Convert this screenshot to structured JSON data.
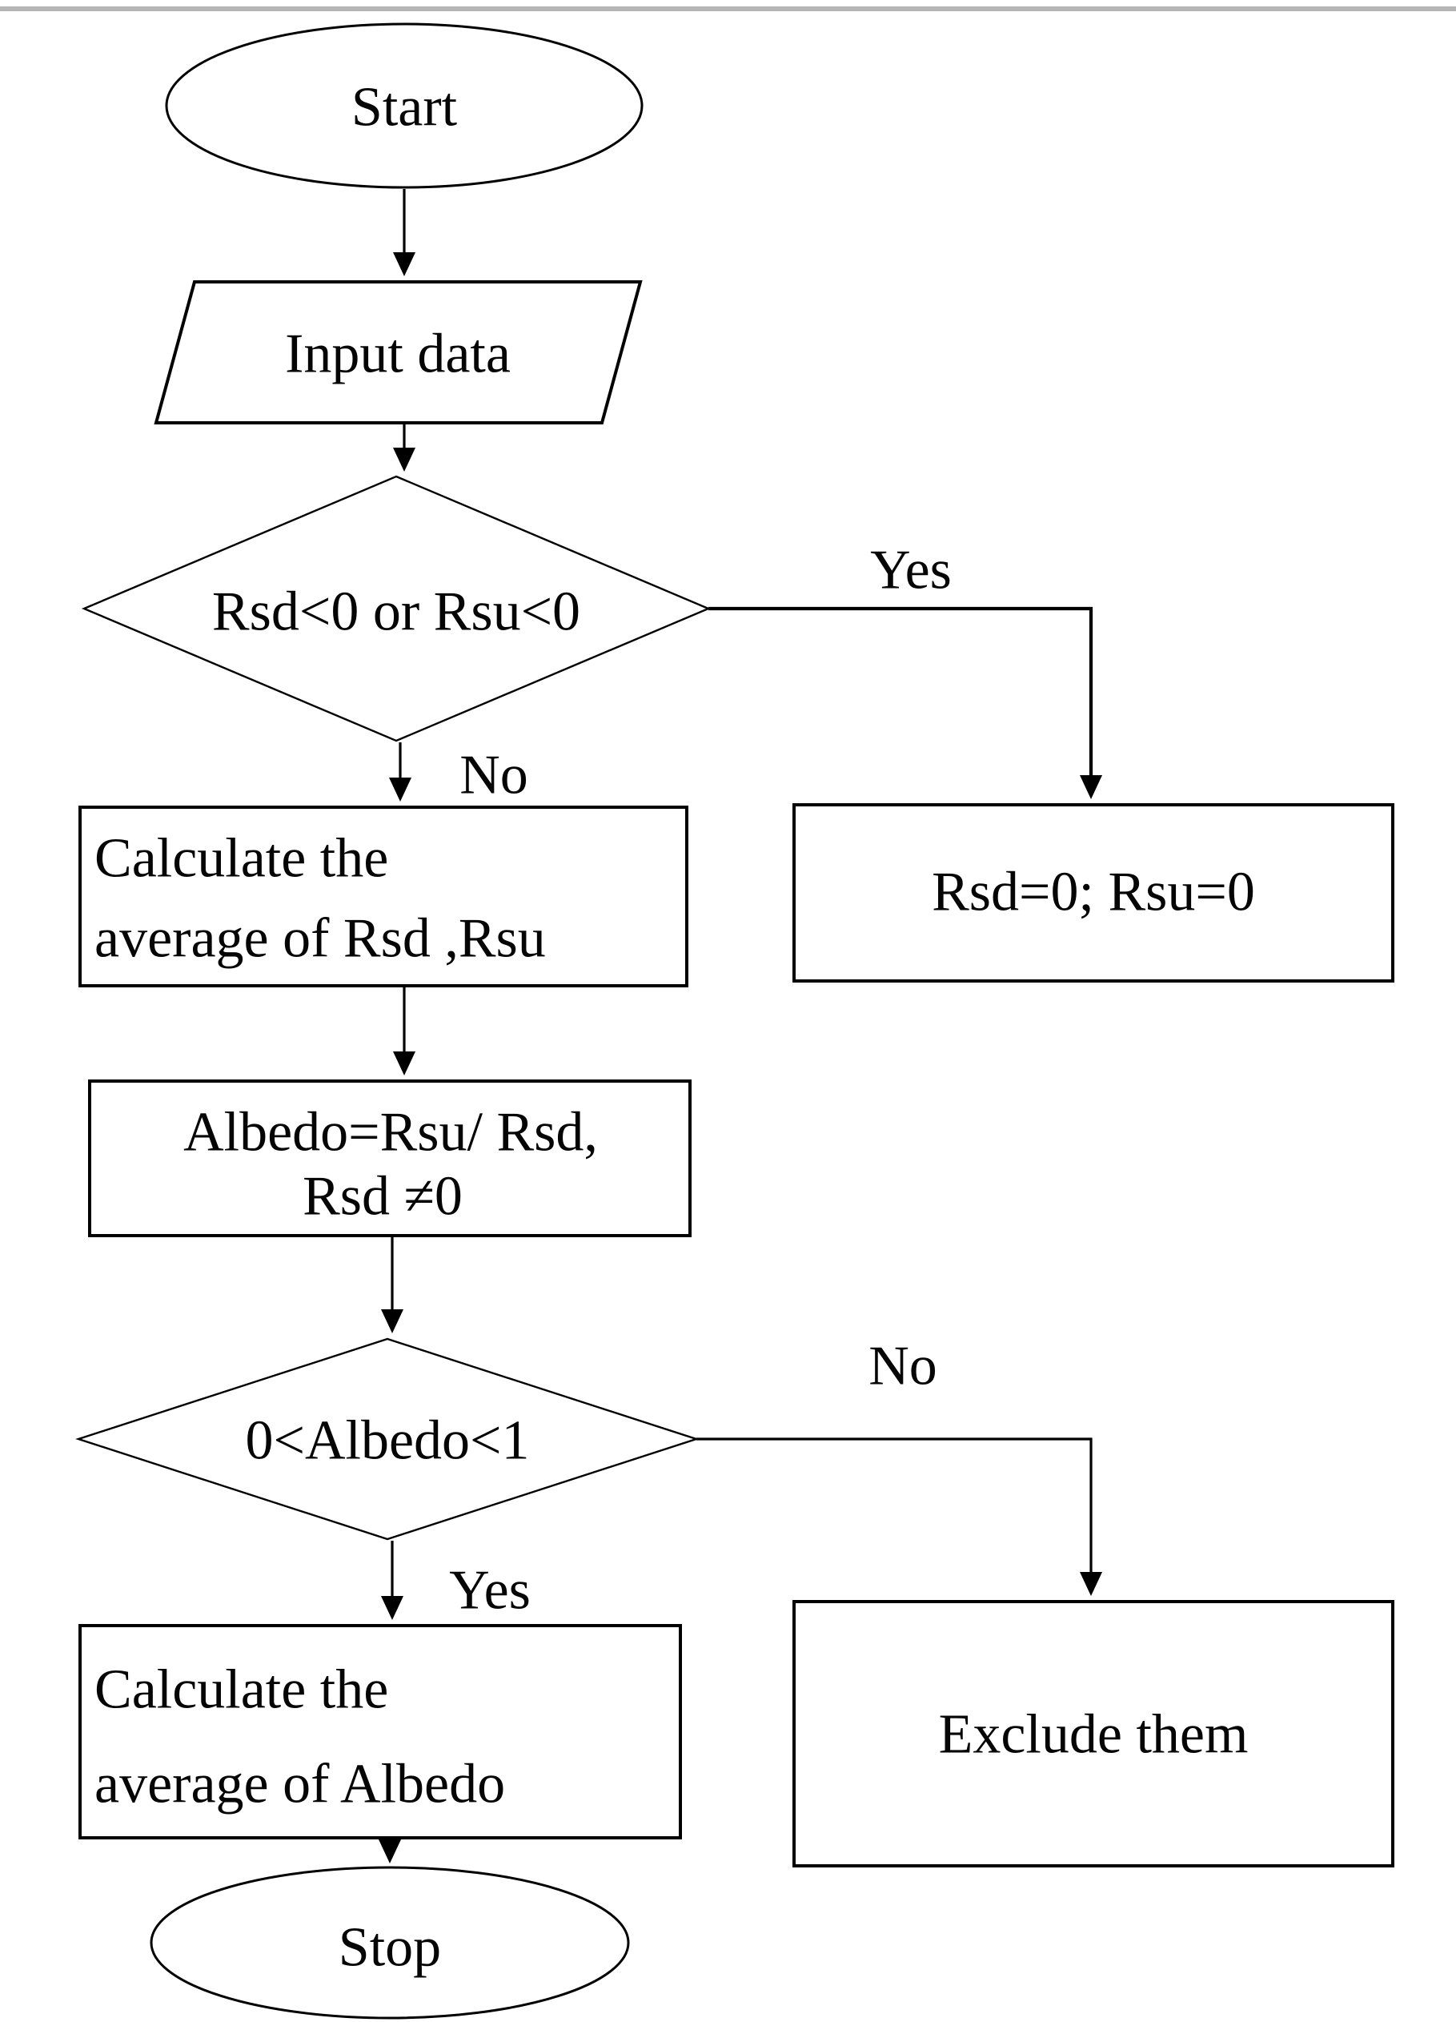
{
  "page": {
    "background": "#ffffff",
    "divider_color": "#b5b5b5",
    "stroke_color": "#000000",
    "text_color": "#050505"
  },
  "flowchart": {
    "start": {
      "label": "Start"
    },
    "input": {
      "label": "Input data"
    },
    "decision_rsd_rsu": {
      "label": "Rsd<0 or Rsu<0",
      "yes_label": "Yes",
      "no_label": "No"
    },
    "process_average_rsd_rsu": {
      "line1": "Calculate the",
      "line2": "average of Rsd ,Rsu"
    },
    "process_set_zero": {
      "label": "Rsd=0; Rsu=0"
    },
    "process_albedo": {
      "line1": "Albedo=Rsu/ Rsd,",
      "line2": "Rsd ≠0"
    },
    "decision_albedo": {
      "label": "0<Albedo<1",
      "yes_label": "Yes",
      "no_label": "No"
    },
    "process_average_albedo": {
      "line1": "Calculate the",
      "line2": "average of Albedo"
    },
    "process_exclude": {
      "label": "Exclude them"
    },
    "stop": {
      "label": "Stop"
    }
  }
}
